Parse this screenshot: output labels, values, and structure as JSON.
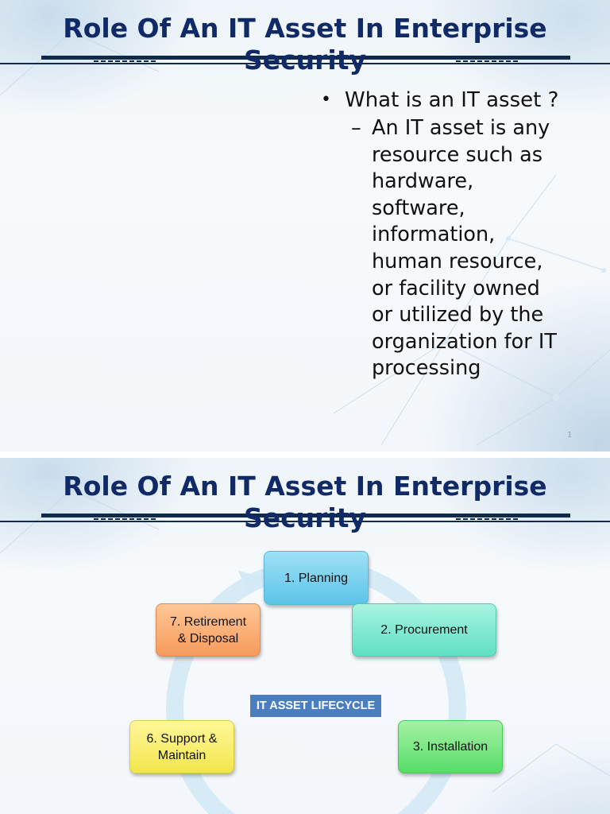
{
  "slide1": {
    "title": "Role Of An IT Asset In Enterprise Security",
    "bullet": "What is an IT asset ?",
    "sub_dash": "–",
    "sub_lines": [
      "An IT asset is any",
      "resource such as",
      "hardware,",
      "software,",
      "information,",
      "human resource,",
      "or facility owned",
      "or utilized by the",
      "organization for IT",
      "processing"
    ],
    "slide_number": "1"
  },
  "slide2": {
    "title": "Role Of An IT Asset In Enterprise Security",
    "center_label": "IT ASSET LIFECYCLE",
    "steps": [
      {
        "line1": "1. Planning",
        "line2": "",
        "color": "#5cc3e8"
      },
      {
        "line1": "2. Procurement",
        "line2": "",
        "color": "#5fe0c4"
      },
      {
        "line1": "3. Installation",
        "line2": "",
        "color": "#57dd68"
      },
      {
        "line1": "6. Support &",
        "line2": "Maintain",
        "color": "#f2e64c"
      },
      {
        "line1": "7. Retirement",
        "line2": "& Disposal",
        "color": "#f69a5c"
      }
    ]
  },
  "colors": {
    "title": "#0f2a66",
    "rule": "#0f2a4a",
    "center_label_bg": "#4a7ec0",
    "cycle_arrow": "#d3e9f5"
  }
}
